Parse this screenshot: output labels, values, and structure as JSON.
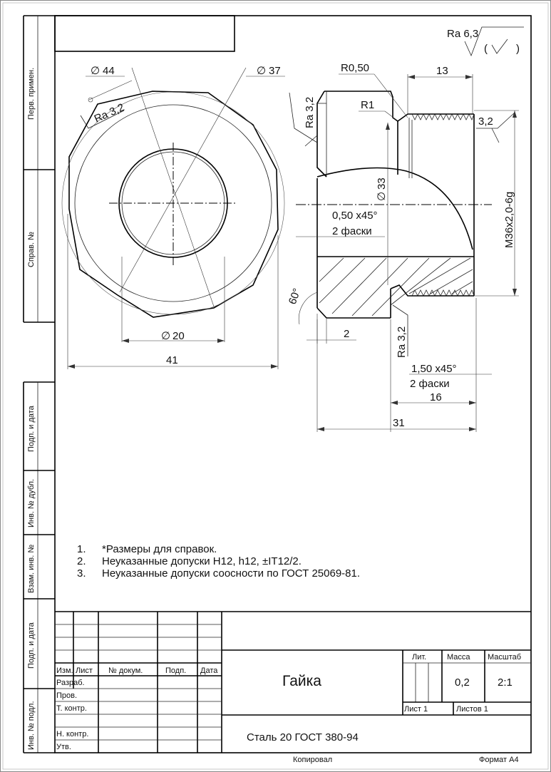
{
  "side_stamp": {
    "perv_primen": "Перв. примен.",
    "sprav_no": "Справ. №",
    "podp_data_1": "Подп. и дата",
    "inv_dubl": "Инв. № дубл.",
    "vzam_inv": "Взам. инв. №",
    "podp_data_2": "Подп. и дата",
    "inv_podl": "Инв. № подл."
  },
  "roughness_general": {
    "label": "Ra 6,3",
    "paren": "(",
    "paren_close": ")"
  },
  "dimensions": {
    "dia44": "44",
    "dia37": "37",
    "ra_front": "Ra 3,2",
    "dia20": "20",
    "width41": "41",
    "r050": "R0,50",
    "r1": "R1",
    "len13": "13",
    "ra_thread": "3,2",
    "ra_side": "Ra 3,2",
    "dia33": "33",
    "chamfer1_a": "0,50 x45°",
    "chamfer1_b": "2 фаски",
    "thread": "M36x2,0-6g",
    "angle60": "60°",
    "len2": "2",
    "ra_bottom": "Ra 3,2",
    "chamfer2_a": "1,50 x45°",
    "chamfer2_b": "2 фаски",
    "len16": "16",
    "len31": "31",
    "dia_symbol": "∅"
  },
  "notes": [
    {
      "num": "1.",
      "text": "*Размеры для справок."
    },
    {
      "num": "2.",
      "text": "Неуказанные допуски H12, h12, ±IT12/2."
    },
    {
      "num": "3.",
      "text": "Неуказанные допуски соосности по ГОСТ 25069-81."
    }
  ],
  "title_block": {
    "izm": "Изм.",
    "list": "Лист",
    "no_dokum": "№ докум.",
    "podp": "Подп.",
    "data": "Дата",
    "razrab": "Разраб.",
    "prov": "Пров.",
    "t_kontr": "Т. контр.",
    "n_kontr": "Н. контр.",
    "utv": "Утв.",
    "title": "Гайка",
    "material": "Сталь 20 ГОСТ 380-94",
    "lit": "Лит.",
    "massa": "Масса",
    "masshtab": "Масштаб",
    "massa_val": "0,2",
    "masshtab_val": "2:1",
    "list_val": "Лист 1",
    "listov_val": "Листов 1"
  },
  "footer": {
    "kopiroval": "Копировал",
    "format": "Формат A4"
  }
}
